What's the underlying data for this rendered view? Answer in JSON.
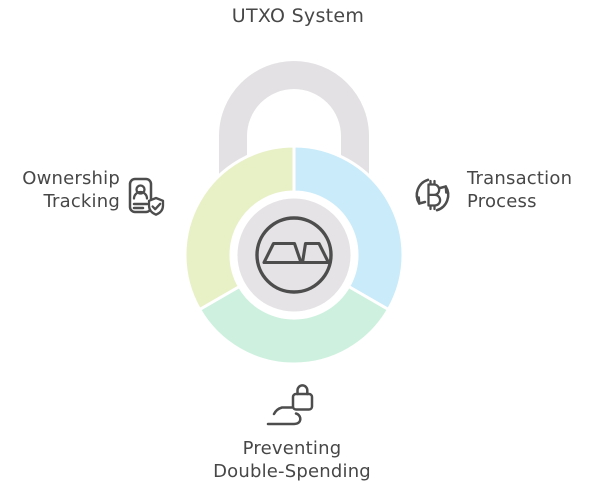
{
  "title": "UTXO System",
  "diagram": {
    "type": "padlock-cycle",
    "center_icon": "utxo-link-icon",
    "segments": [
      {
        "id": "ownership",
        "label_line1": "Ownership",
        "label_line2": "Tracking",
        "color": "#e8f0c6",
        "position": "left",
        "icon": "id-card-shield-check-icon"
      },
      {
        "id": "transaction",
        "label_line1": "Transaction",
        "label_line2": "Process",
        "color": "#c9ebfa",
        "position": "right",
        "icon": "bitcoin-refresh-icon"
      },
      {
        "id": "prevention",
        "label_line1": "Preventing",
        "label_line2": "Double-Spending",
        "color": "#cdf1de",
        "position": "bottom",
        "icon": "lock-swipe-icon"
      }
    ]
  },
  "colors": {
    "background": "#ffffff",
    "shackle": "#e3e1e3",
    "hub_fill": "#e5e3e5",
    "segment_gap": "#ffffff",
    "icon_stroke": "#4d4d4d",
    "text": "#474747"
  }
}
